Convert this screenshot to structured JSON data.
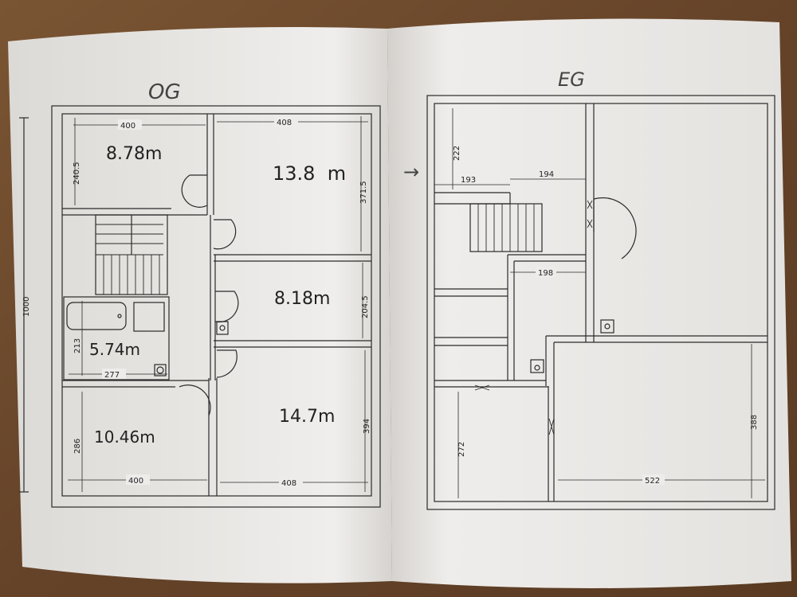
{
  "sheets": {
    "upper_floor": {
      "title": "OG",
      "overall_dimension": "1000",
      "rooms": [
        {
          "area": "8.78m",
          "width": "400",
          "depth": "240.5"
        },
        {
          "area": "13.8  m",
          "width": "408",
          "depth": "371.5"
        },
        {
          "area": "8.18m",
          "depth": "204.5"
        },
        {
          "area": "5.74m",
          "width": "277",
          "depth": "213"
        },
        {
          "area": "10.46m",
          "width": "400",
          "depth": "286"
        },
        {
          "area": "14.7m",
          "width": "408",
          "depth": "394"
        }
      ]
    },
    "ground_floor": {
      "title": "EG",
      "marker": "→",
      "dimensions": {
        "top_left_depth": "222",
        "left_width": "193",
        "middle_width": "194",
        "hall_width": "198",
        "lower_left_depth": "272",
        "right_width": "522",
        "right_depth": "388"
      }
    }
  }
}
